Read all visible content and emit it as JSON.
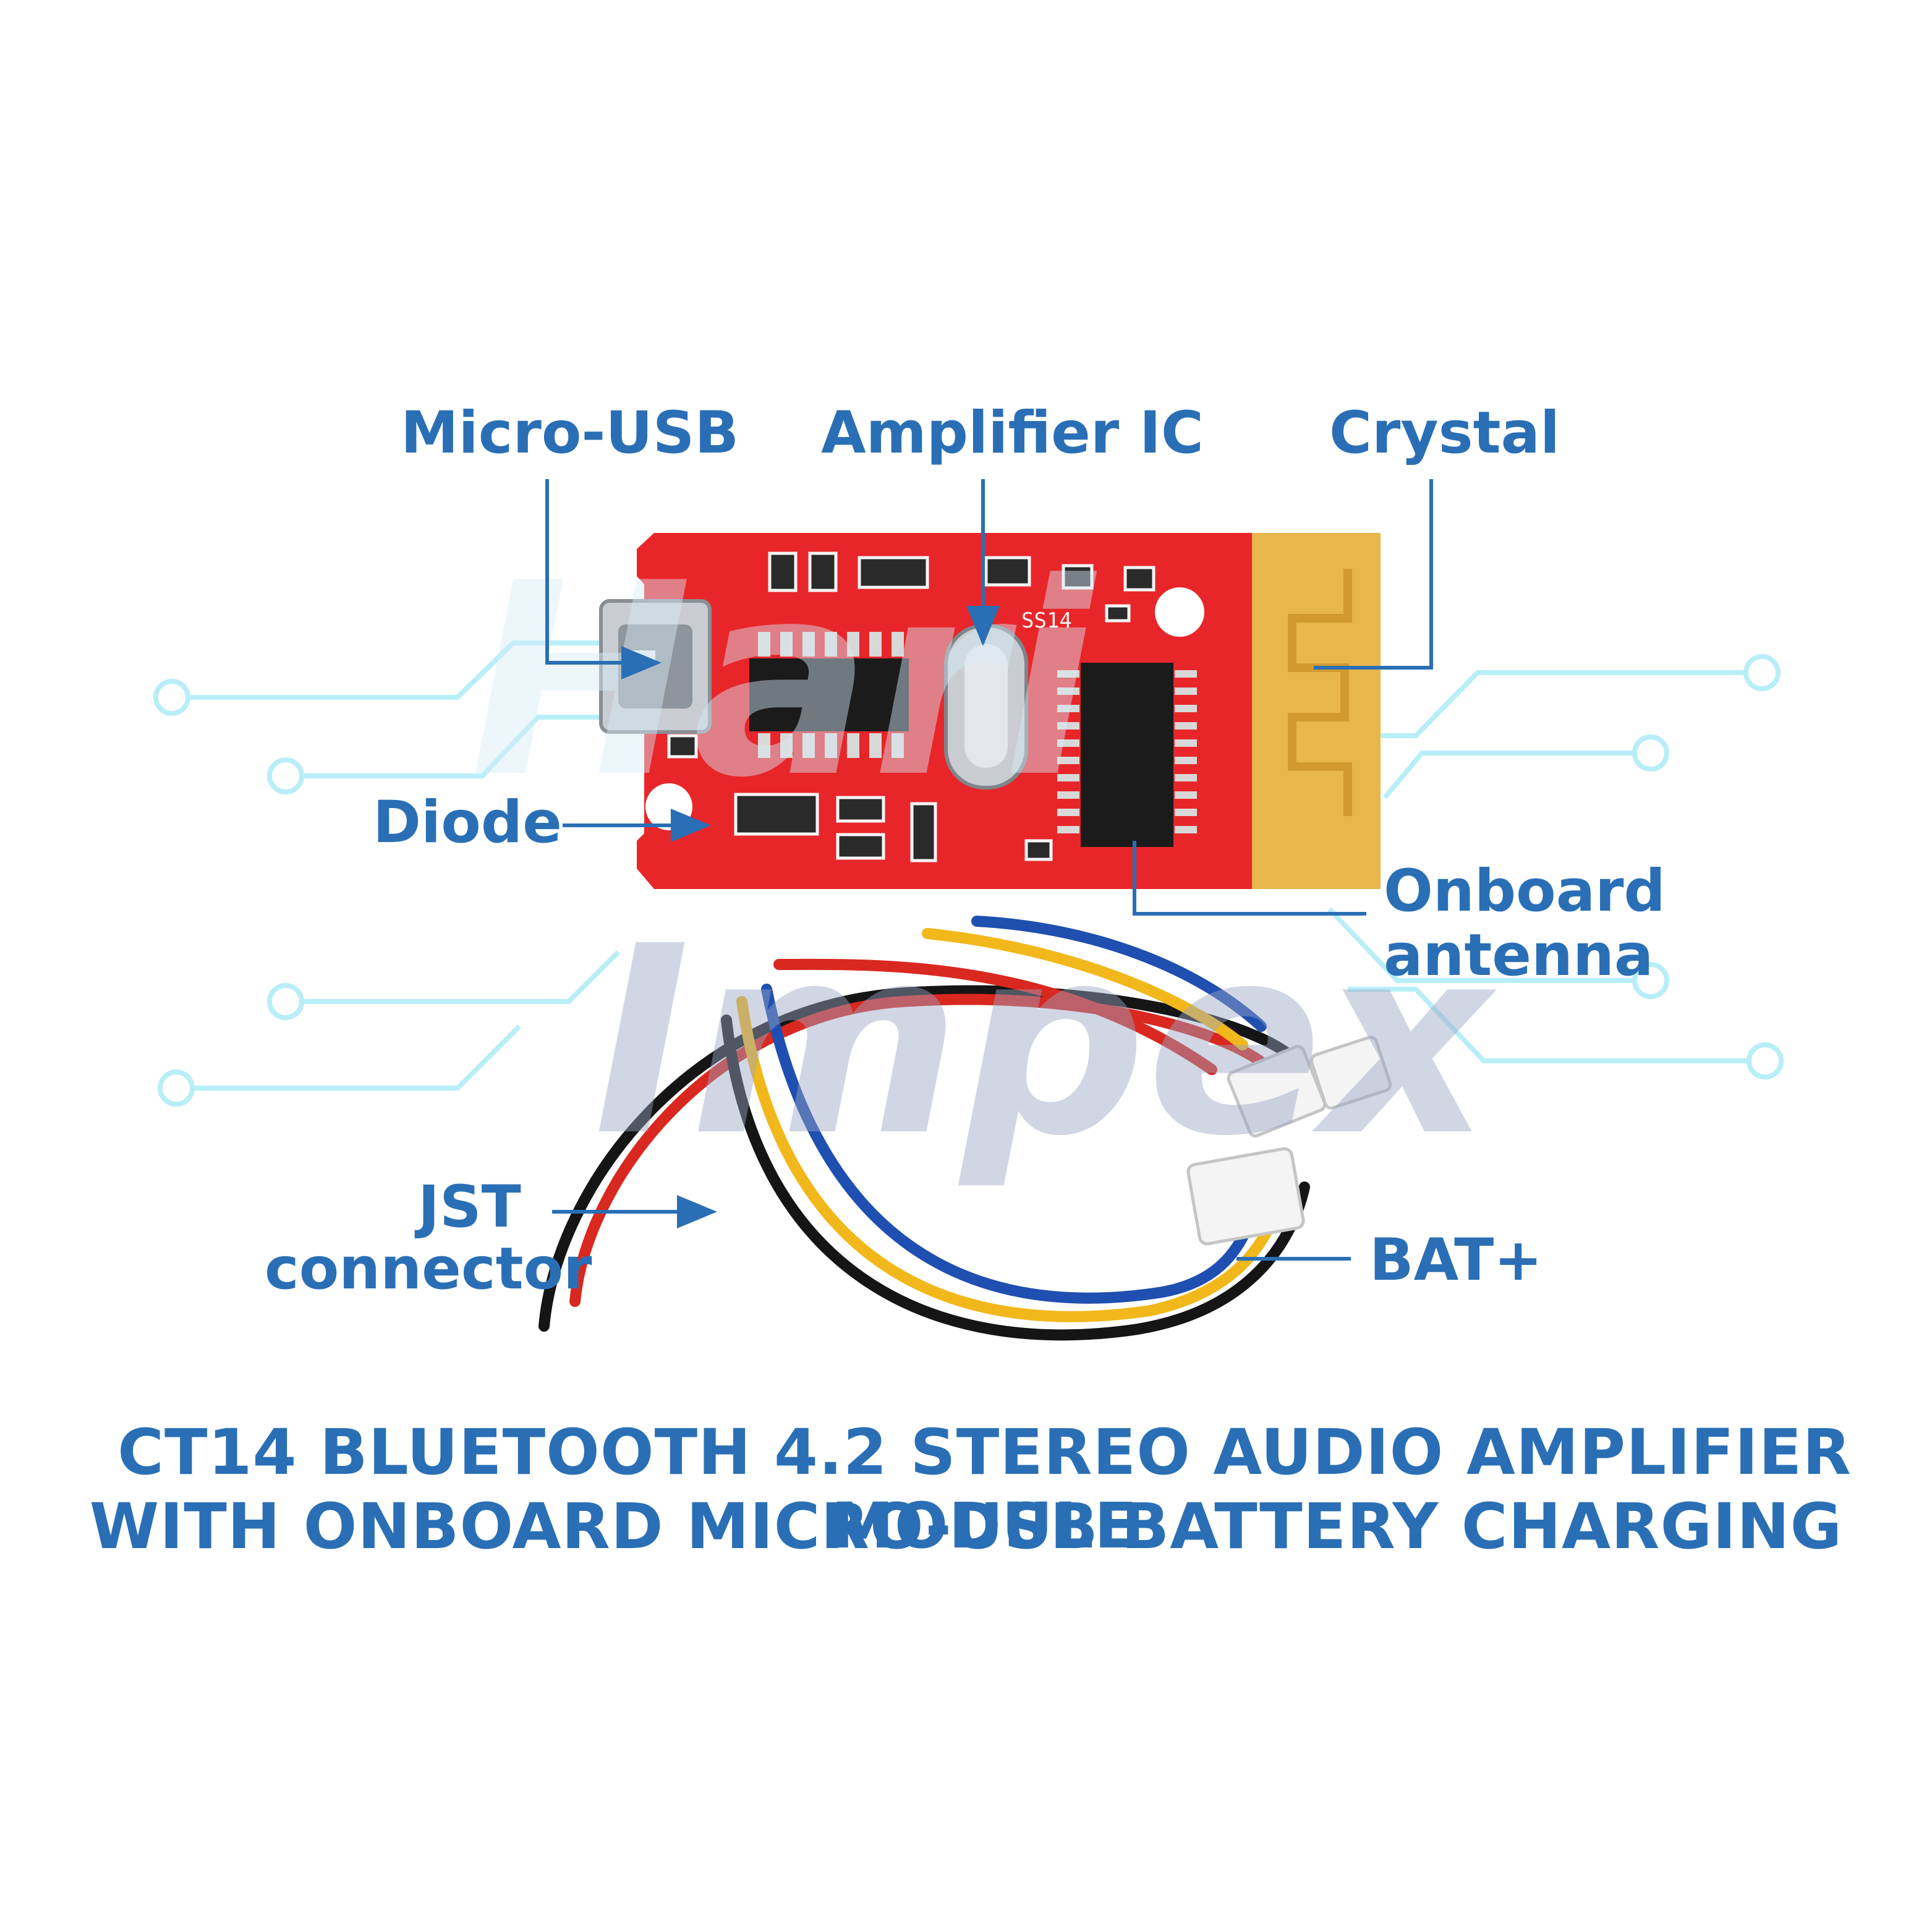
{
  "labels": {
    "micro_usb": "Micro-USB",
    "amplifier_ic": "Amplifier IC",
    "crystal": "Crystal",
    "diode": "Diode",
    "onboard_antenna_line1": "Onboard",
    "onboard_antenna_line2": "antenna",
    "jst_line1": "JST",
    "jst_line2": "connector",
    "bat_plus": "BAT+"
  },
  "title": {
    "line1": "CT14 BLUETOOTH 4.2 STEREO AUDIO AMPLIFIER MODULE",
    "line2": "WITH ONBOARD MICRO-USB BATTERY CHARGING"
  },
  "board_silkscreen": {
    "diode_marking": "SS14"
  },
  "watermark": {
    "line1": "Hari",
    "line2": "Impex"
  },
  "colors": {
    "label_blue": "#2a6fb5",
    "pcb_red": "#e8262a",
    "antenna_gold": "#e8b64a",
    "wire_red": "#d9281f",
    "wire_blue": "#1f4fb0",
    "wire_yellow": "#f2b71a",
    "wire_black": "#151515",
    "circuit_decor": "#b8eef8",
    "watermark": "#9aa6c4"
  },
  "icons": [
    "micro-usb-port-icon",
    "ic-chip-icon",
    "crystal-oscillator-icon",
    "antenna-trace-icon",
    "jst-connector-icon"
  ]
}
